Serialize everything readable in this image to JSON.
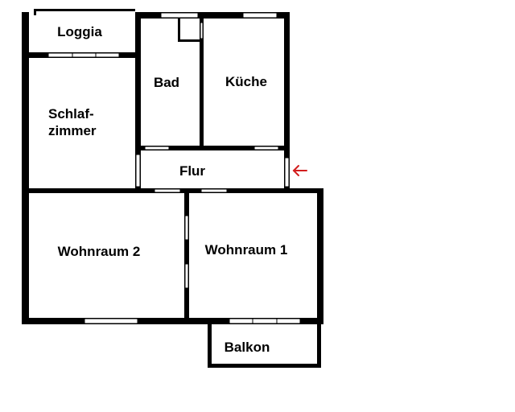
{
  "rooms": {
    "loggia": "Loggia",
    "bad": "Bad",
    "kueche": "Küche",
    "schlafzimmer_line1": "Schlaf-",
    "schlafzimmer_line2": "zimmer",
    "flur": "Flur",
    "wohnraum2": "Wohnraum 2",
    "wohnraum1": "Wohnraum 1",
    "balkon": "Balkon"
  },
  "colors": {
    "wall": "#000000",
    "background": "#ffffff",
    "entrance_arrow": "#d21e1e"
  },
  "icons": {
    "entrance": "arrow-left-icon"
  }
}
